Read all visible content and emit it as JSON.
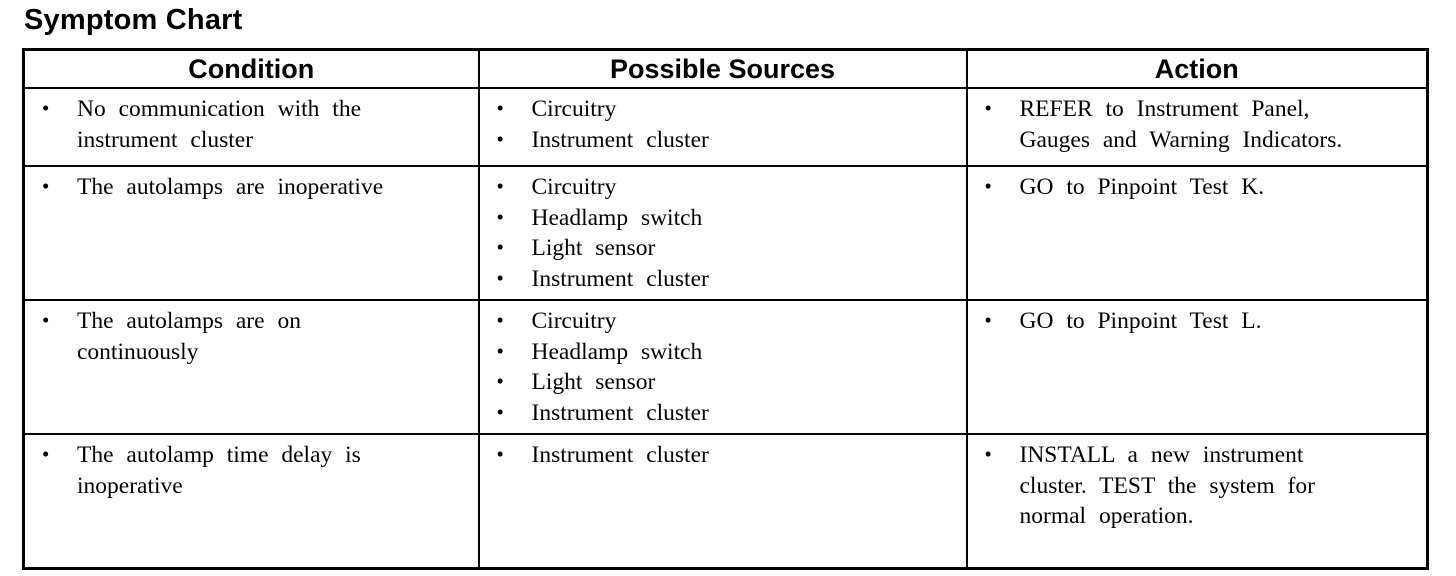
{
  "page": {
    "title": "Symptom Chart"
  },
  "colors": {
    "border": "#000000",
    "text": "#000000",
    "background": "#ffffff"
  },
  "table": {
    "headers": {
      "condition": "Condition",
      "sources": "Possible Sources",
      "action": "Action"
    },
    "bullet_glyph": "•",
    "rows": [
      {
        "condition": "No communication with the\ninstrument cluster",
        "sources": [
          "Circuitry",
          "Instrument cluster"
        ],
        "action": "REFER to Instrument Panel,\nGauges and Warning Indicators."
      },
      {
        "condition": "The autolamps are inoperative",
        "sources": [
          "Circuitry",
          "Headlamp switch",
          "Light sensor",
          "Instrument cluster"
        ],
        "action": "GO to Pinpoint Test K."
      },
      {
        "condition": "The autolamps are on\ncontinuously",
        "sources": [
          "Circuitry",
          "Headlamp switch",
          "Light sensor",
          "Instrument cluster"
        ],
        "action": "GO to Pinpoint Test L."
      },
      {
        "condition": "The autolamp time delay is\ninoperative",
        "sources": [
          "Instrument cluster"
        ],
        "action": "INSTALL a new instrument\ncluster. TEST the system for\nnormal operation."
      }
    ]
  }
}
